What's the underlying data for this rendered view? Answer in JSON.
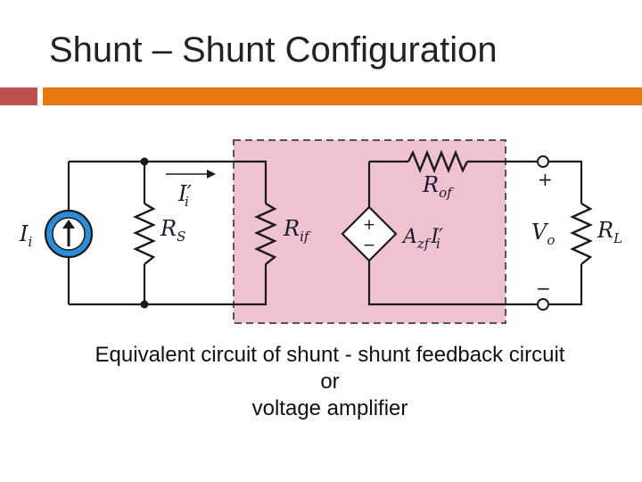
{
  "title": "Shunt – Shunt Configuration",
  "colors": {
    "title_bar_left": "#c0504d",
    "title_bar_right": "#e8790e",
    "feedback_box_fill": "#f0c2d0",
    "feedback_box_border": "#555555",
    "current_source_fill": "#2e8bd8"
  },
  "circuit": {
    "labels": {
      "source_current": {
        "main": "I",
        "sub": "i"
      },
      "input_current": {
        "main": "I′",
        "sub": "i"
      },
      "source_resistance": {
        "main": "R",
        "sub": "S"
      },
      "input_resistance": {
        "main": "R",
        "sub": "if"
      },
      "output_resistance": {
        "main": "R",
        "sub": "of"
      },
      "dependent_source": {
        "main": "A",
        "sub": "zf",
        "main2": "I′",
        "sub2": "i"
      },
      "output_voltage": {
        "main": "V",
        "sub": "o"
      },
      "load_resistance": {
        "main": "R",
        "sub": "L"
      },
      "plus_sign": "+",
      "minus_sign": "−",
      "source_plus": "+",
      "source_minus": "−"
    }
  },
  "caption": {
    "line1": "Equivalent circuit of shunt - shunt feedback circuit",
    "line2": "or",
    "line3": "voltage amplifier"
  }
}
